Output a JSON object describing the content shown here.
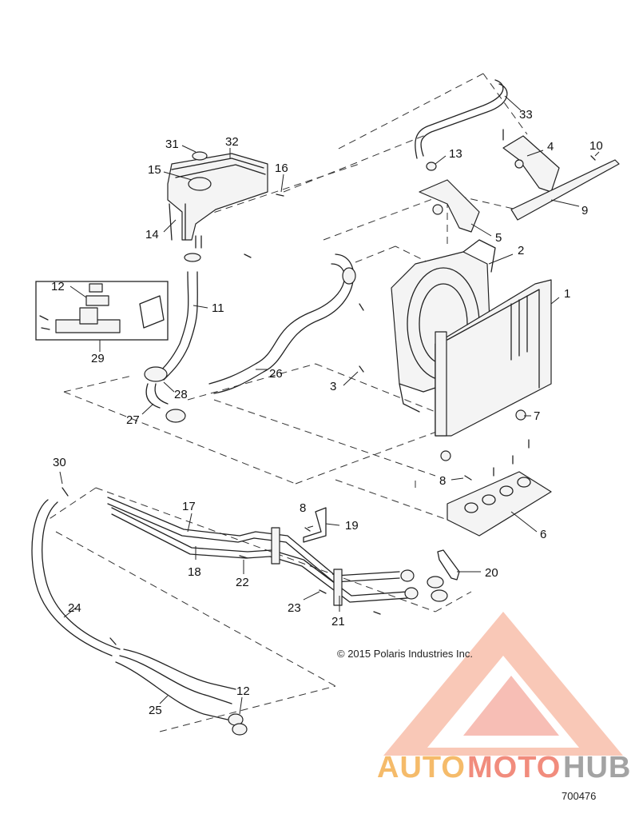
{
  "diagram": {
    "callouts": [
      {
        "id": "c1",
        "label": "1"
      },
      {
        "id": "c2",
        "label": "2"
      },
      {
        "id": "c3",
        "label": "3"
      },
      {
        "id": "c4",
        "label": "4"
      },
      {
        "id": "c5",
        "label": "5"
      },
      {
        "id": "c6",
        "label": "6"
      },
      {
        "id": "c7",
        "label": "7"
      },
      {
        "id": "c8a",
        "label": "8"
      },
      {
        "id": "c8b",
        "label": "8"
      },
      {
        "id": "c9",
        "label": "9"
      },
      {
        "id": "c10",
        "label": "10"
      },
      {
        "id": "c11",
        "label": "11"
      },
      {
        "id": "c12a",
        "label": "12"
      },
      {
        "id": "c12b",
        "label": "12"
      },
      {
        "id": "c13",
        "label": "13"
      },
      {
        "id": "c14",
        "label": "14"
      },
      {
        "id": "c15",
        "label": "15"
      },
      {
        "id": "c16",
        "label": "16"
      },
      {
        "id": "c17",
        "label": "17"
      },
      {
        "id": "c18",
        "label": "18"
      },
      {
        "id": "c19",
        "label": "19"
      },
      {
        "id": "c20",
        "label": "20"
      },
      {
        "id": "c21",
        "label": "21"
      },
      {
        "id": "c22",
        "label": "22"
      },
      {
        "id": "c23",
        "label": "23"
      },
      {
        "id": "c24",
        "label": "24"
      },
      {
        "id": "c25",
        "label": "25"
      },
      {
        "id": "c26",
        "label": "26"
      },
      {
        "id": "c27",
        "label": "27"
      },
      {
        "id": "c28",
        "label": "28"
      },
      {
        "id": "c29",
        "label": "29"
      },
      {
        "id": "c30",
        "label": "30"
      },
      {
        "id": "c31",
        "label": "31"
      },
      {
        "id": "c32",
        "label": "32"
      },
      {
        "id": "c33",
        "label": "33"
      }
    ],
    "copyright": "© 2015 Polaris Industries Inc.",
    "document_number": "700476"
  },
  "watermark": {
    "text_part1": "AUTO",
    "text_part2": "MOTO",
    "text_part3": "HUB",
    "color_light": "#f6a98f",
    "color_strong": "#f08070",
    "color_text_dark": "#9a9a9a",
    "color_text_orange": "#f5b45a"
  }
}
